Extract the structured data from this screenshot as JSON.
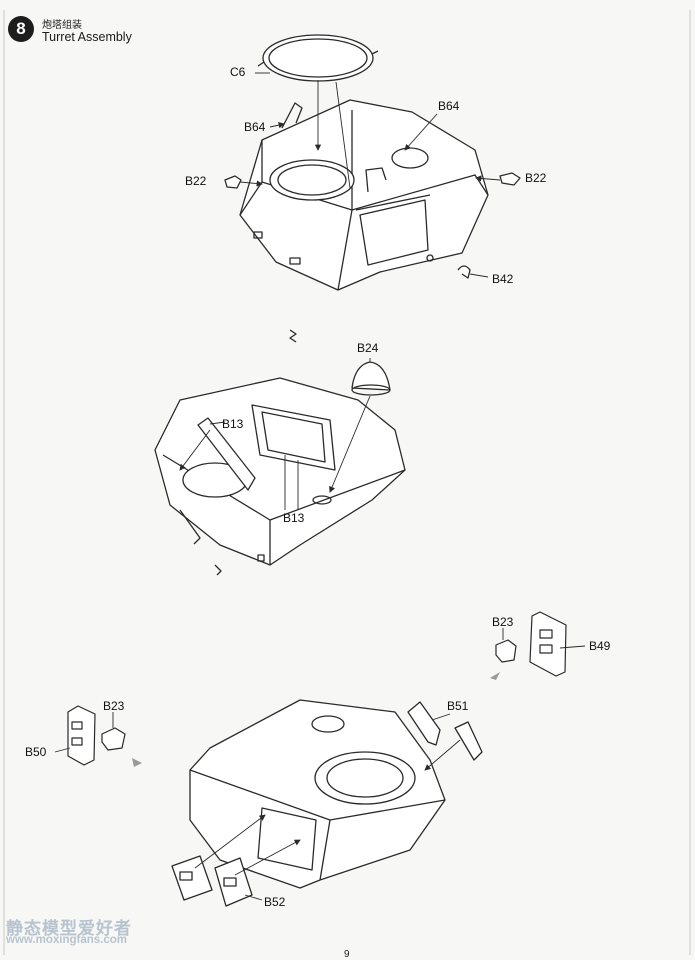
{
  "step": {
    "number": "8",
    "title_cn": "炮塔组装",
    "title_en": "Turret Assembly"
  },
  "parts": {
    "c6": "C6",
    "b64_left": "B64",
    "b64_right": "B64",
    "b22_left": "B22",
    "b22_right": "B22",
    "b42": "B42",
    "b24": "B24",
    "b13_top": "B13",
    "b13_bottom": "B13",
    "b23_right": "B23",
    "b49": "B49",
    "b23_left": "B23",
    "b50": "B50",
    "b51": "B51",
    "b52": "B52"
  },
  "watermark": {
    "site_cn": "静态模型爱好者",
    "url": "www.moxingfans.com"
  },
  "page_number": "9",
  "colors": {
    "line": "#2a2a2a",
    "badge": "#1d1d1d",
    "watermark": "#b7c4cf",
    "arrow_gray": "#9a9a9a"
  }
}
